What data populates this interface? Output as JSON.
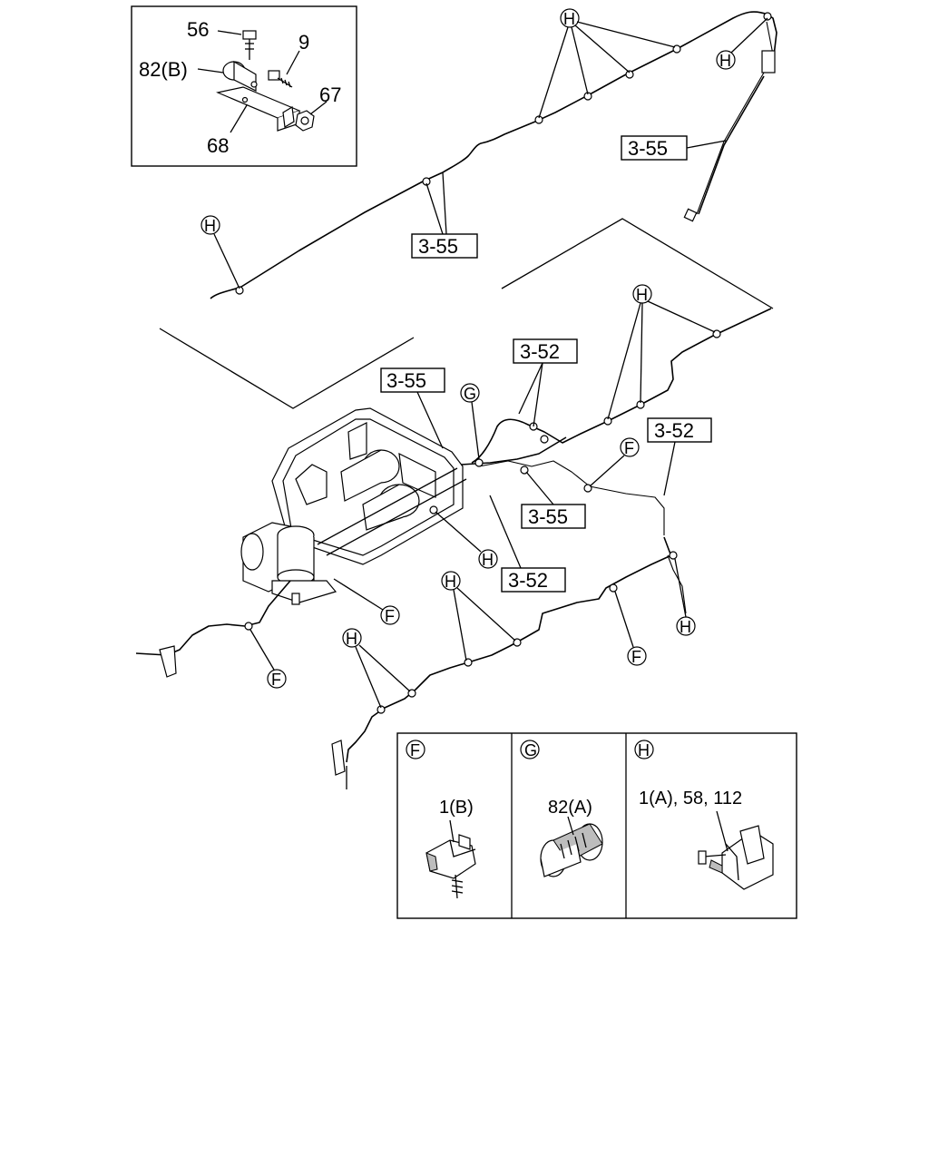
{
  "detail_callouts": {
    "bolt": "56",
    "screw": "9",
    "clip": "82(B)",
    "nut": "67",
    "bracket": "68"
  },
  "boxed_labels": {
    "pipe_upper_center": "3-55",
    "pipe_upper_right": "3-55",
    "pipe_mid_left": "3-55",
    "pipe_mid_center": "3-55",
    "pipe_52_top": "3-52",
    "pipe_52_right": "3-52",
    "pipe_52_lower": "3-52"
  },
  "clip_markers": {
    "H": "H",
    "G": "G",
    "F": "F"
  },
  "legend": {
    "F": {
      "letter": "F",
      "parts": "1(B)"
    },
    "G": {
      "letter": "G",
      "parts": "82(A)"
    },
    "H": {
      "letter": "H",
      "parts": "1(A), 58, 112"
    }
  }
}
